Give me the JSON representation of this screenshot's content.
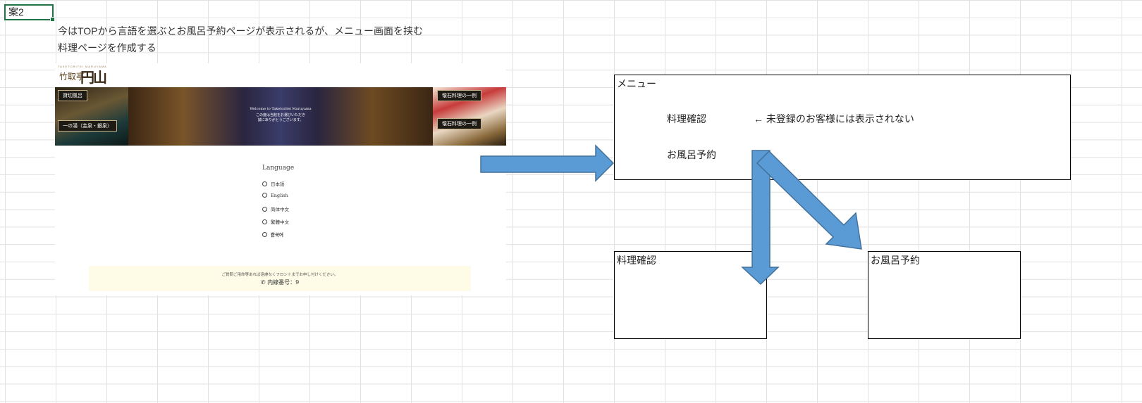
{
  "sheet": {
    "selected_cell": "案2",
    "notes": [
      "今はTOPから言語を選ぶとお風呂予約ページが表示されるが、メニュー画面を挟む",
      "料理ページを作成する"
    ]
  },
  "site": {
    "logo_text": "竹取亭",
    "logo_mark": "円山",
    "logo_sub": "TAKETORITEI MARUYAMA",
    "banner_labels": [
      "貸切風呂",
      "一の湯（金泉・銀泉）",
      "懐石料理の一例",
      "懐石料理の一例"
    ],
    "welcome_en": "Welcome to Taketoritei Maruyama",
    "welcome_jp_1": "この度は当館をお選びいただき",
    "welcome_jp_2": "誠にありがとうございます。",
    "language_title": "Language",
    "languages": [
      "日本語",
      "English",
      "简体中文",
      "繁體中文",
      "한국어"
    ],
    "footer_note": "ご質問ご用命等あれば遠慮なくフロントまでお申し付けください。",
    "footer_phone": "✆ 内線番号：9"
  },
  "menu_box": {
    "title": "メニュー",
    "item_cuisine": "料理確認",
    "item_bath": "お風呂予約",
    "annotation": "← 未登録のお客様には表示されない"
  },
  "cuisine_box": {
    "title": "料理確認"
  },
  "bath_box": {
    "title": "お風呂予約"
  },
  "colors": {
    "arrow_fill": "#5b9bd5",
    "arrow_stroke": "#41719c",
    "cell_border": "#217346"
  }
}
